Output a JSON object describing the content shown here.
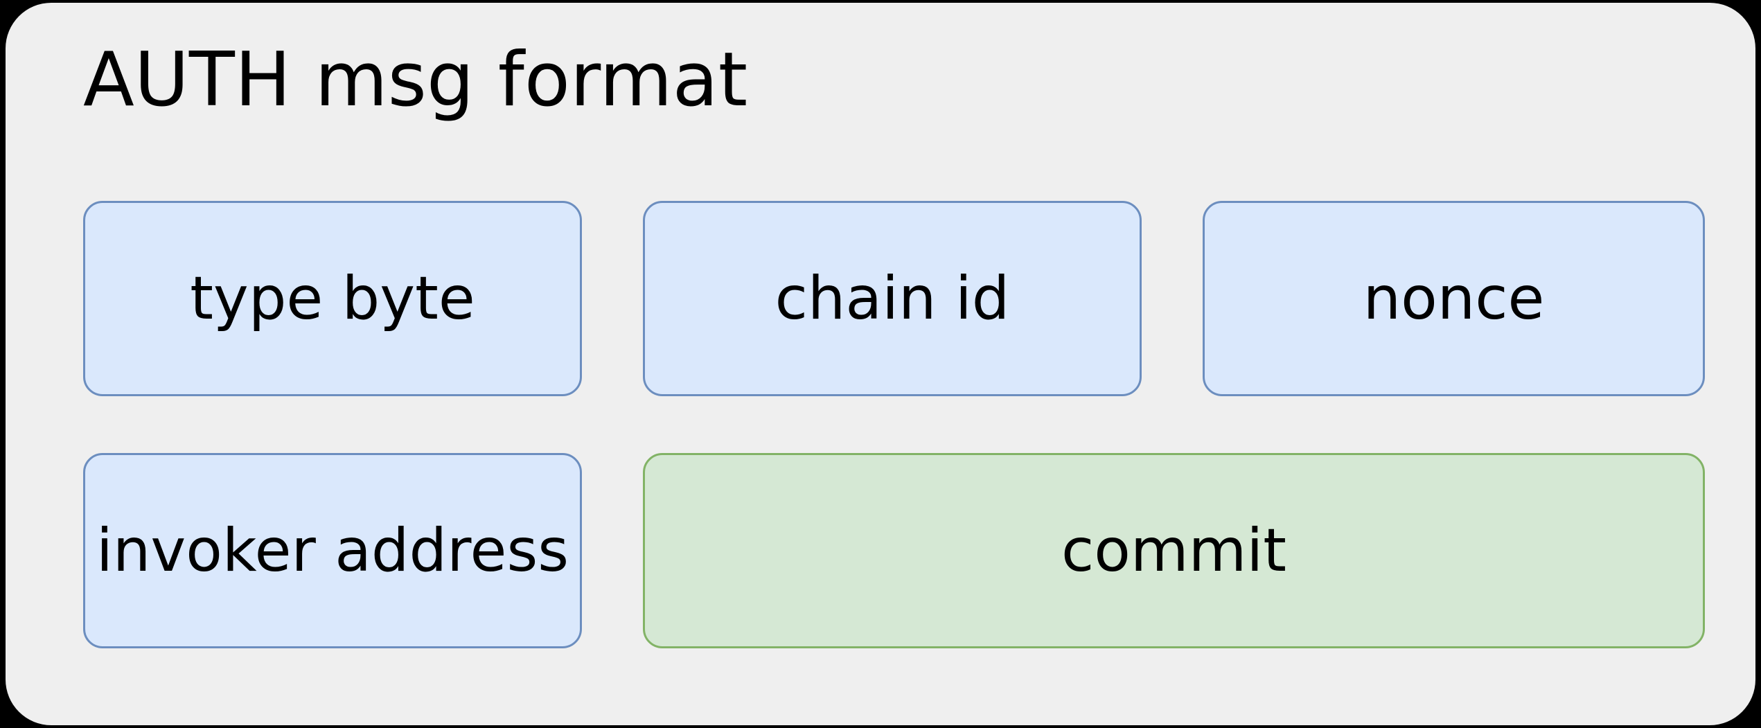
{
  "diagram": {
    "title": "AUTH msg format",
    "background_color": "#000000",
    "panel_color": "#efefef",
    "palette": {
      "blue_fill": "#dae8fc",
      "blue_stroke": "#6c8ebf",
      "green_fill": "#d5e8d4",
      "green_stroke": "#82b366",
      "text_color": "#000000"
    },
    "rows": [
      {
        "fields": [
          {
            "label": "type byte",
            "style": "blue"
          },
          {
            "label": "chain id",
            "style": "blue"
          },
          {
            "label": "nonce",
            "style": "blue"
          }
        ]
      },
      {
        "fields": [
          {
            "label": "invoker address",
            "style": "blue"
          },
          {
            "label": "commit",
            "style": "green"
          }
        ]
      }
    ]
  }
}
